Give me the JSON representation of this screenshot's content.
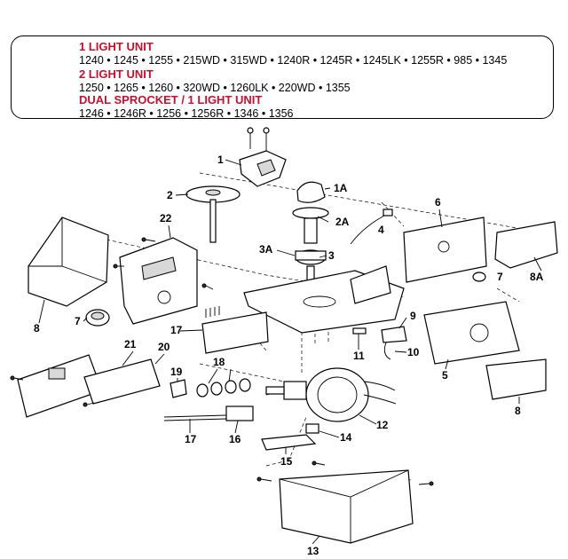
{
  "header": {
    "groups": [
      {
        "title": "1 LIGHT UNIT",
        "models": "1240 • 1245 • 1255 • 215WD • 315WD • 1240R • 1245R • 1245LK • 1255R • 985 • 1345"
      },
      {
        "title": "2 LIGHT UNIT",
        "models": "1250 • 1265 • 1260 • 320WD • 1260LK • 220WD • 1355"
      },
      {
        "title": "DUAL SPROCKET / 1 LIGHT UNIT",
        "models": "1246 • 1246R • 1256 • 1256R • 1346 • 1356"
      }
    ]
  },
  "part_labels": {
    "p1": "1",
    "p1a": "1A",
    "p2": "2",
    "p2a": "2A",
    "p3": "3",
    "p3a": "3A",
    "p4": "4",
    "p5": "5",
    "p6": "6",
    "p7a": "7",
    "p7b": "7",
    "p8a": "8",
    "p8b": "8",
    "p8a_alt": "8A",
    "p9": "9",
    "p10": "10",
    "p11": "11",
    "p12": "12",
    "p13": "13",
    "p14": "14",
    "p15": "15",
    "p16": "16",
    "p17a": "17",
    "p17b": "17",
    "p18": "18",
    "p19": "19",
    "p20": "20",
    "p21": "21",
    "p22": "22"
  },
  "colors": {
    "title_red": "#c8102e",
    "ink": "#000000"
  }
}
